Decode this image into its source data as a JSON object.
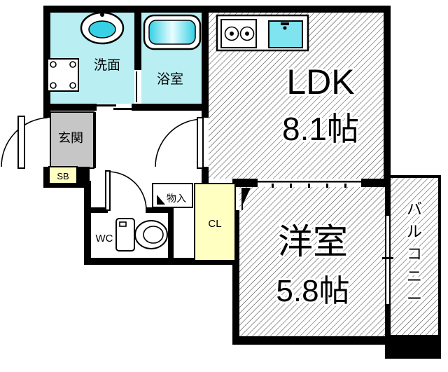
{
  "title": "apartment-floor-plan",
  "rooms": {
    "washroom": "洗面",
    "bath": "浴室",
    "ldk_name": "LDK",
    "ldk_size": "8.1帖",
    "entrance": "玄関",
    "shoebox": "SB",
    "storage": "物入",
    "closet": "CL",
    "wc": "WC",
    "western_name": "洋室",
    "western_size": "5.8帖",
    "balcony": "バルコニー"
  },
  "balcony_chars": [
    "バ",
    "ル",
    "コ",
    "ニ",
    "ー"
  ],
  "colors": {
    "wet_area": "#b9eef2",
    "sink_water": "#38d0e4",
    "kitchen_sink": "#7fe4ef",
    "storage_fill": "#ffffc2",
    "entrance_floor": "#c6c6c6",
    "wall": "#000000"
  }
}
